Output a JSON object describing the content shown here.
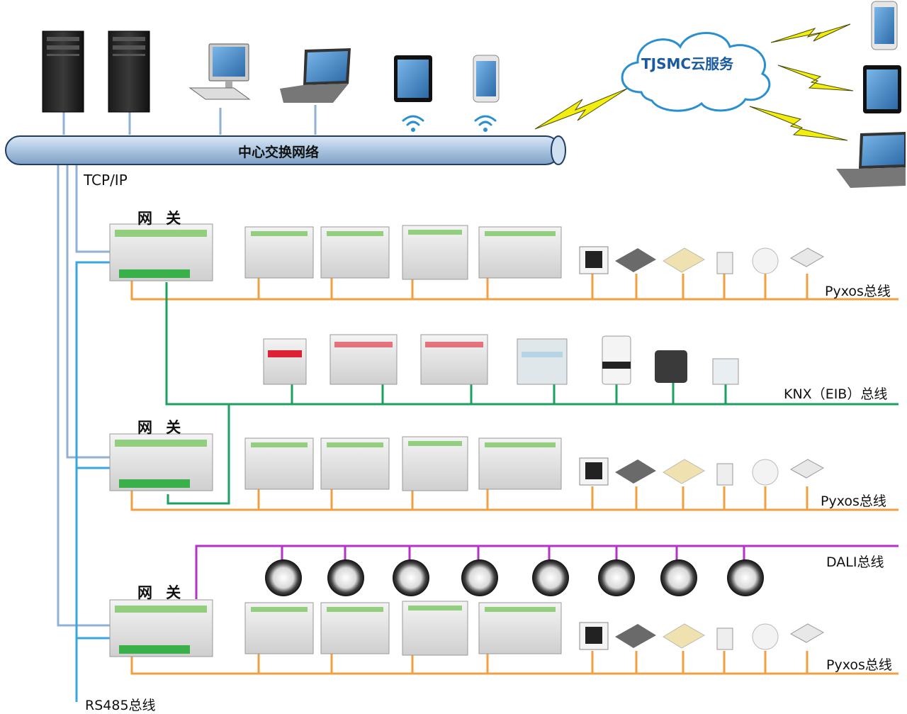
{
  "labels": {
    "backbone": "中心交换网络",
    "tcp_ip": "TCP/IP",
    "cloud": "TJSMC云服务",
    "gateway_1": "网 关",
    "gateway_2": "网 关",
    "gateway_3": "网 关",
    "pyxos_bus_1": "Pyxos总线",
    "knx_bus": "KNX（EIB）总线",
    "pyxos_bus_2": "Pyxos总线",
    "dali_bus": "DALI总线",
    "pyxos_bus_3": "Pyxos总线",
    "rs485_bus": "RS485总线"
  },
  "colors": {
    "tcp_line": "#8fb1d6",
    "rs485_line": "#3aa6e0",
    "pyxos_line": "#f0a040",
    "knx_line": "#1aa060",
    "dali_line": "#b531c8",
    "backbone_fill": "#a9c4e0",
    "backbone_stroke": "#1e3c64",
    "cloud_text": "#1a5aa0",
    "lightning": "#f2ee10"
  }
}
